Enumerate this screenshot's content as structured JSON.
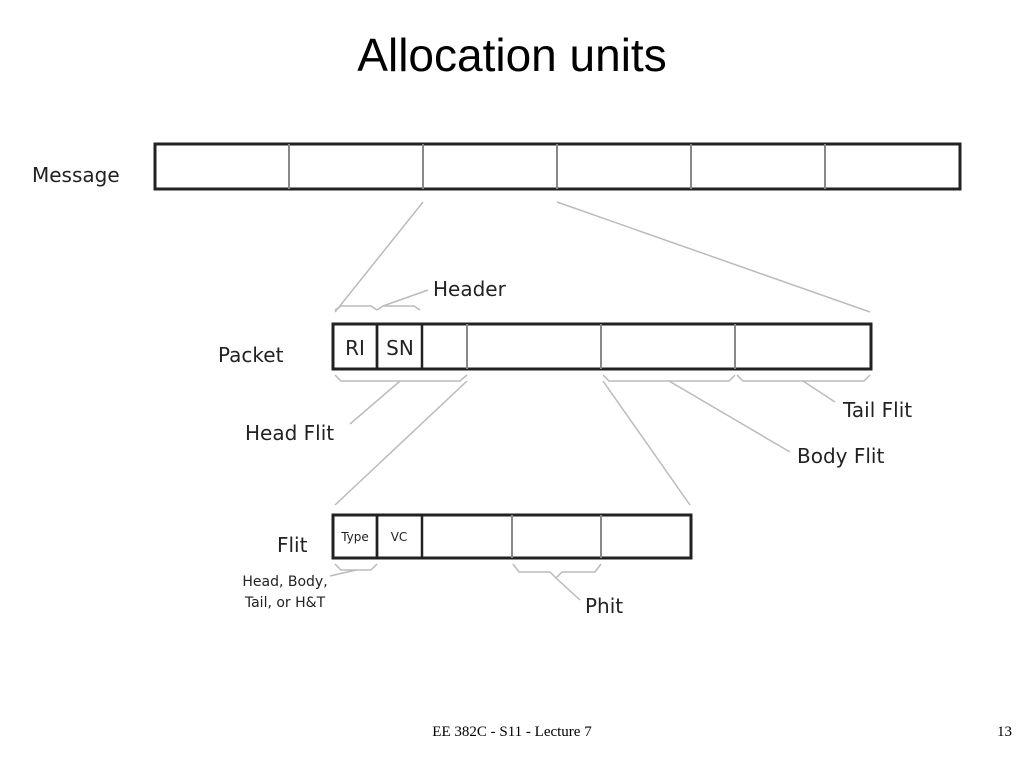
{
  "title": "Allocation units",
  "labels": {
    "message": "Message",
    "header": "Header",
    "packet": "Packet",
    "ri": "RI",
    "sn": "SN",
    "head_flit": "Head Flit",
    "tail_flit": "Tail Flit",
    "body_flit": "Body Flit",
    "flit": "Flit",
    "type": "Type",
    "vc": "VC",
    "head_body_line1": "Head, Body,",
    "head_body_line2": "Tail, or H&T",
    "phit": "Phit"
  },
  "footer": {
    "center": "EE 382C - S11 - Lecture 7",
    "page": "13"
  }
}
